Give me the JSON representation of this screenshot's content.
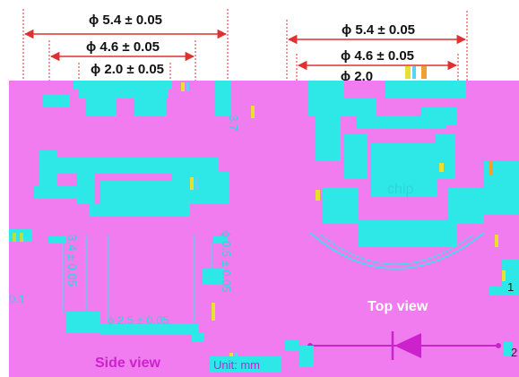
{
  "dimensions": {
    "side_outer": "ϕ 5.4 ± 0.05",
    "side_middle": "ϕ 4.6 ± 0.05",
    "side_inner": "ϕ 2.0 ± 0.05",
    "top_outer": "ϕ 5.4 ± 0.05",
    "top_middle": "ϕ 4.6 ± 0.05",
    "top_inner": "ϕ 2.0",
    "height_total": "3.7",
    "height_body": "3.4 ± 0.05",
    "lead_diameter": "ϕ 0.5 ± 0.05",
    "lead_spacing": "ϕ 2.5 ± 0.05",
    "left_offset": "0.1"
  },
  "labels": {
    "chip": "chip",
    "side_view": "Side view",
    "top_view": "Top view",
    "unit": "Unit: mm",
    "pin_1": "1",
    "pin_2": "2"
  },
  "colors": {
    "background": "#f07cf0",
    "accent": "#2ee8e8",
    "dimension_line": "#e03030",
    "label": "#cc22cc",
    "diode": "#cc22cc"
  },
  "icons": {
    "diode": "diode-symbol-icon"
  }
}
